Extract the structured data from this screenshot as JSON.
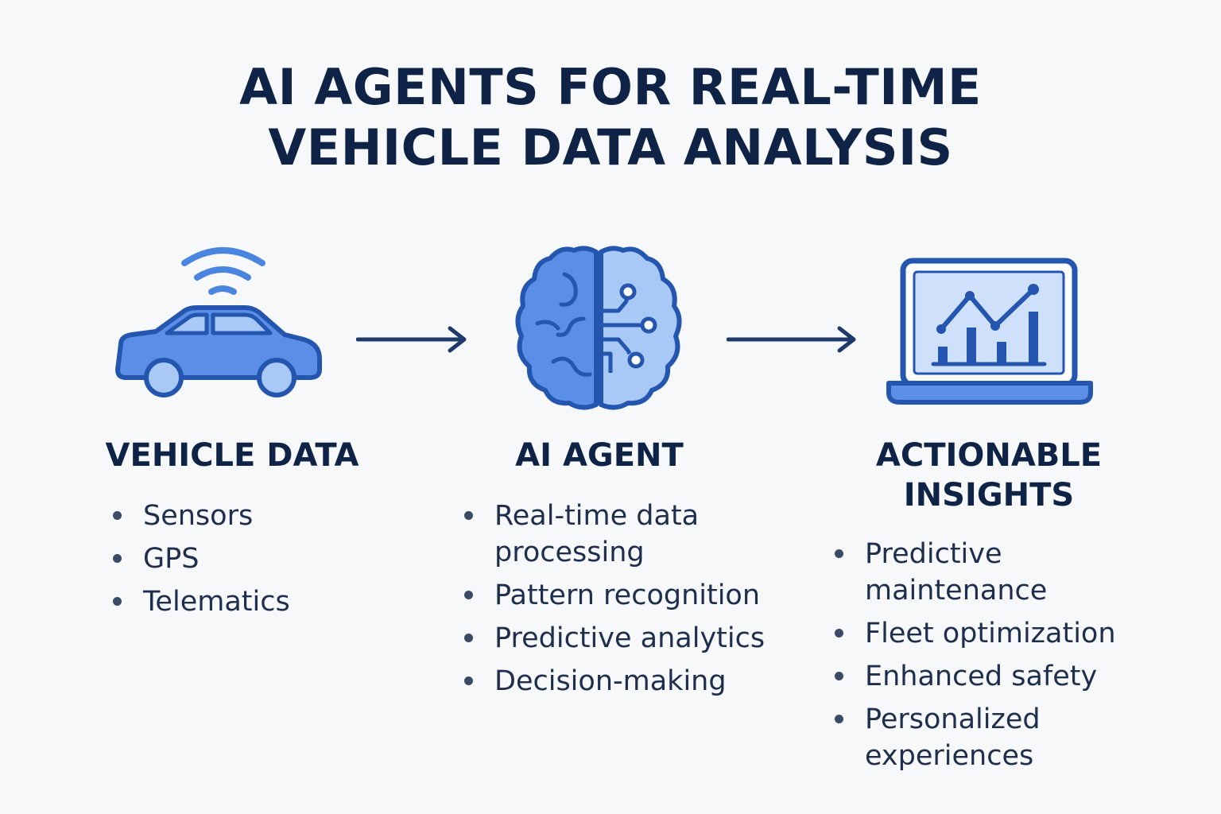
{
  "title": {
    "line1": "AI AGENTS FOR REAL-TIME",
    "line2": "VEHICLE DATA ANALYSIS"
  },
  "columns": [
    {
      "icon": "car-wifi-icon",
      "heading": [
        "VEHICLE DATA"
      ],
      "items": [
        "Sensors",
        "GPS",
        "Telematics"
      ]
    },
    {
      "icon": "brain-circuit-icon",
      "heading": [
        "AI AGENT"
      ],
      "items": [
        "Real-time data processing",
        "Pattern recognition",
        "Predictive analytics",
        "Decision-making"
      ]
    },
    {
      "icon": "laptop-chart-icon",
      "heading": [
        "ACTIONABLE",
        "INSIGHTS"
      ],
      "items": [
        "Predictive maintenance",
        "Fleet optimization",
        "Enhanced safety",
        "Personalized experiences"
      ]
    }
  ],
  "colors": {
    "title": "#0f2347",
    "icon_stroke": "#2456b0",
    "icon_fill": "#5b8ee6",
    "icon_fill_light": "#a8c8f5",
    "arrow": "#1f3a6a"
  }
}
